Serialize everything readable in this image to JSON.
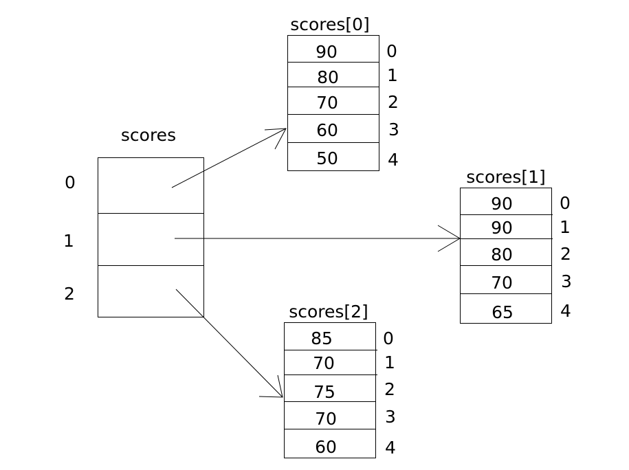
{
  "outer": {
    "label": "scores",
    "indices": [
      "0",
      "1",
      "2"
    ]
  },
  "arrays": [
    {
      "label": "scores[0]",
      "values": [
        "90",
        "80",
        "70",
        "60",
        "50"
      ],
      "indices": [
        "0",
        "1",
        "2",
        "3",
        "4"
      ]
    },
    {
      "label": "scores[1]",
      "values": [
        "90",
        "90",
        "80",
        "70",
        "65"
      ],
      "indices": [
        "0",
        "1",
        "2",
        "3",
        "4"
      ]
    },
    {
      "label": "scores[2]",
      "values": [
        "85",
        "70",
        "75",
        "70",
        "60"
      ],
      "indices": [
        "0",
        "1",
        "2",
        "3",
        "4"
      ]
    }
  ]
}
